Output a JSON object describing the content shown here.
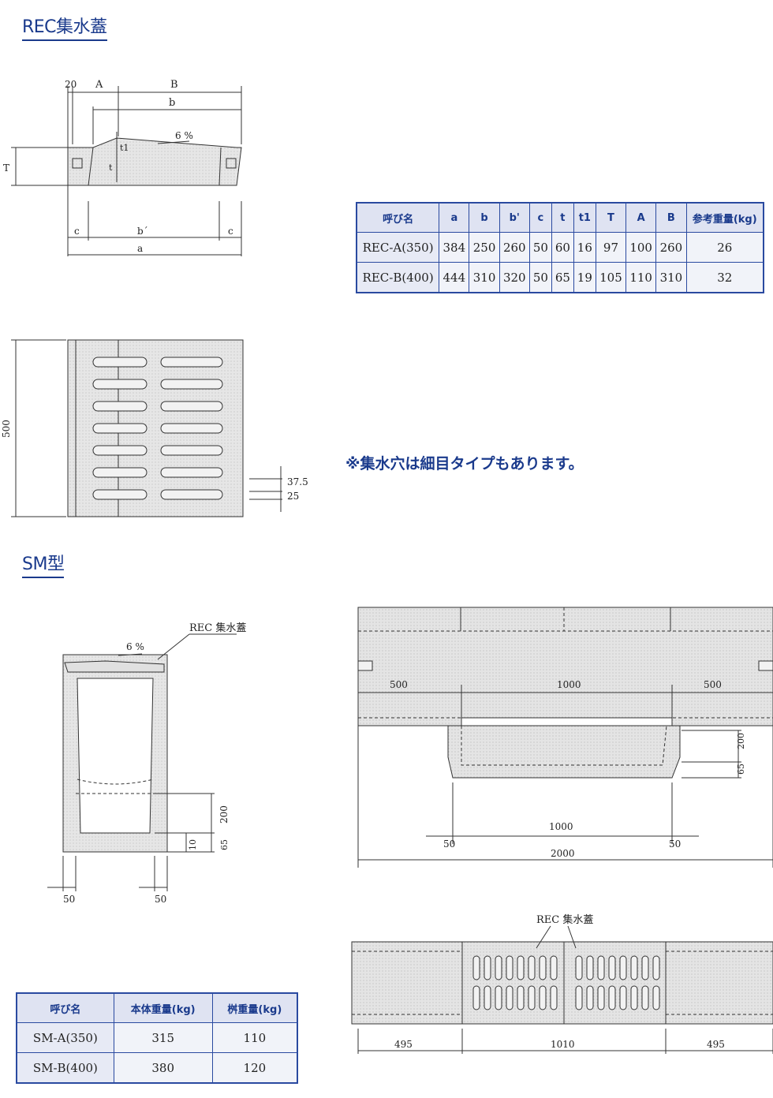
{
  "titles": {
    "rec": "REC集水蓋",
    "sm": "SM型"
  },
  "note": "※集水穴は細目タイプもあります。",
  "rec_section": {
    "cross_section_dims": {
      "d20": "20",
      "A": "A",
      "B": "B",
      "b": "b",
      "slope": "6 %",
      "t1": "t1",
      "t": "t",
      "T": "T",
      "c_left": "c",
      "b_prime": "b´",
      "c_right": "c",
      "a": "a"
    },
    "plan_dims": {
      "height": "500",
      "d1": "37.5",
      "d2": "25"
    }
  },
  "rec_table": {
    "headers": [
      "呼び名",
      "a",
      "b",
      "b'",
      "c",
      "t",
      "t1",
      "T",
      "A",
      "B",
      "参考重量(kg)"
    ],
    "rows": [
      [
        "REC-A(350)",
        "384",
        "250",
        "260",
        "50",
        "60",
        "16",
        "97",
        "100",
        "260",
        "26"
      ],
      [
        "REC-B(400)",
        "444",
        "310",
        "320",
        "50",
        "65",
        "19",
        "105",
        "110",
        "310",
        "32"
      ]
    ]
  },
  "sm_section": {
    "cross_dims": {
      "label": "REC 集水蓋",
      "slope": "6 %",
      "h200": "200",
      "h10": "10",
      "h65": "65",
      "w_left": "50",
      "w_right": "50"
    },
    "elevation_dims": {
      "left": "500",
      "mid": "1000",
      "right": "500",
      "h200": "200",
      "h65": "65",
      "bottom_mid": "1000",
      "bottom_l": "50",
      "bottom_r": "50",
      "total": "2000"
    },
    "plan_dims": {
      "label": "REC 集水蓋",
      "left": "495",
      "mid": "1010",
      "right": "495"
    }
  },
  "sm_table": {
    "headers": [
      "呼び名",
      "本体重量(kg)",
      "桝重量(kg)"
    ],
    "rows": [
      [
        "SM-A(350)",
        "315",
        "110"
      ],
      [
        "SM-B(400)",
        "380",
        "120"
      ]
    ]
  },
  "colors": {
    "accent": "#1a3a8c",
    "concrete": "#e4e4e4",
    "table_header": "#dfe3f2"
  }
}
